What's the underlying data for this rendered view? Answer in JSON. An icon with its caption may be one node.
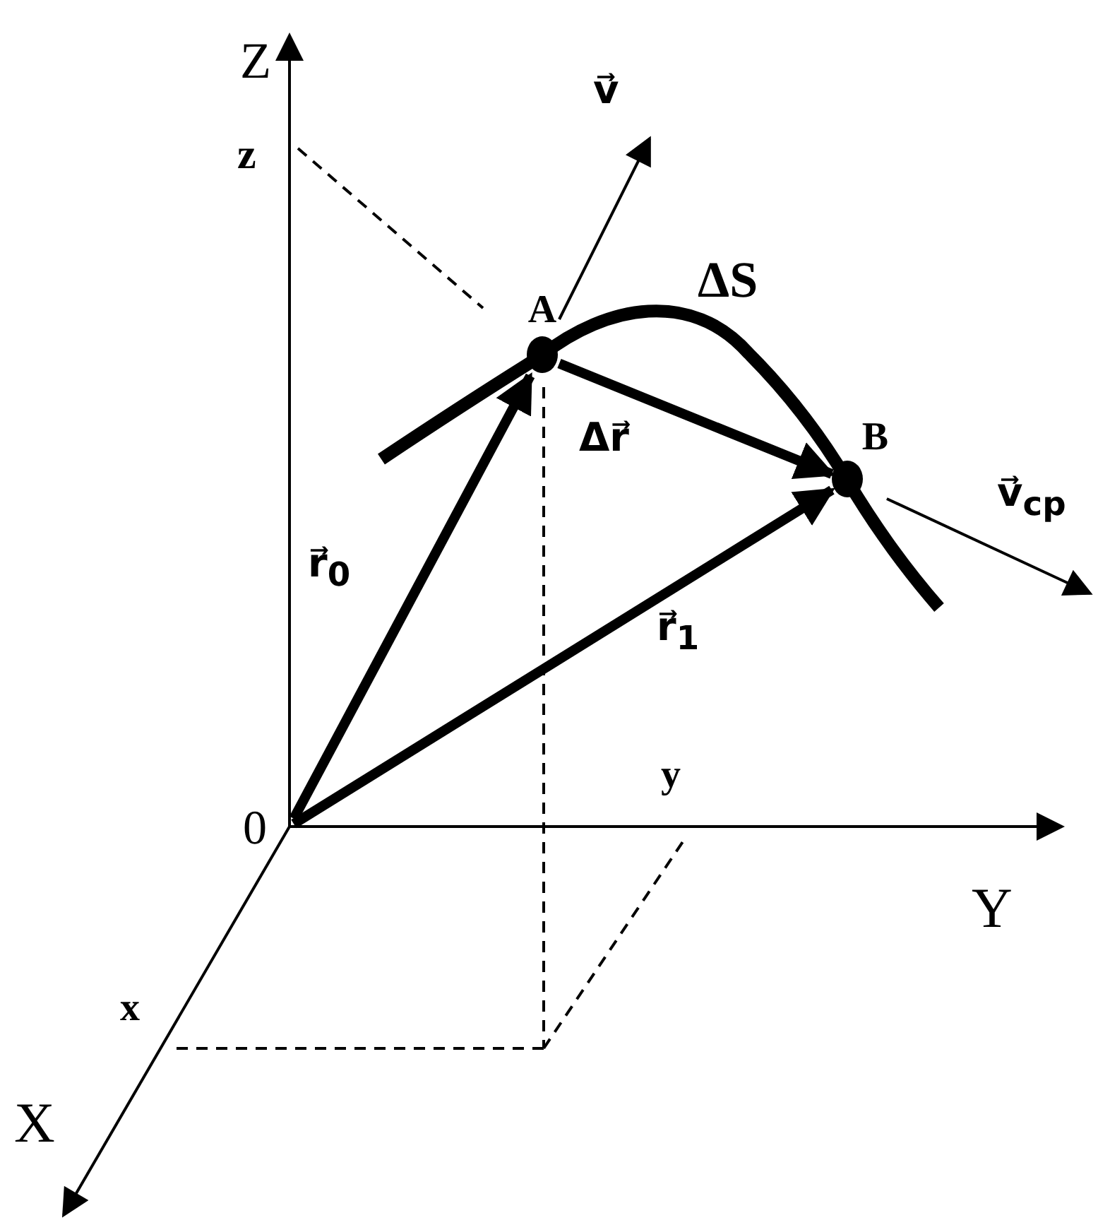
{
  "diagram": {
    "nodes": [
      {
        "text": [
          "0"
        ]
      },
      {
        "text": [
          "A"
        ]
      },
      {
        "text": [
          "B"
        ]
      }
    ],
    "edges": [
      {
        "from": 0,
        "to": 1,
        "arrow": "to",
        "label": "r⃗$_{0}$"
      },
      {
        "from": 0,
        "to": 2,
        "arrow": "to",
        "label": "r⃗$_{1}$"
      },
      {
        "from": 1,
        "to": 2,
        "arrow": "to",
        "label": "Δr⃗"
      },
      {
        "from": 1,
        "to": null,
        "arrow": "to",
        "label": "v⃗"
      },
      {
        "from": 2,
        "to": null,
        "arrow": "to",
        "label": "v⃗$_{cp}$"
      }
    ],
    "labels": [
      "Z",
      "z",
      "ΔS",
      "y",
      "Y",
      "x",
      "X"
    ]
  }
}
